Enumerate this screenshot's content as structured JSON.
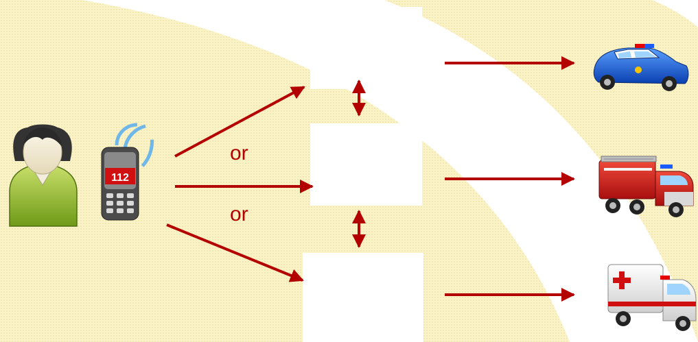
{
  "labels": {
    "or_upper": "or",
    "or_lower": "or"
  },
  "phone": {
    "number": "112"
  },
  "icons": {
    "caller": "person-icon",
    "phone": "mobile-phone-icon",
    "police": "police-car-icon",
    "fire": "fire-truck-icon",
    "ambulance": "ambulance-icon"
  },
  "colors": {
    "arrow": "#b30000",
    "label": "#b30000",
    "background": "#fbf3c8"
  }
}
